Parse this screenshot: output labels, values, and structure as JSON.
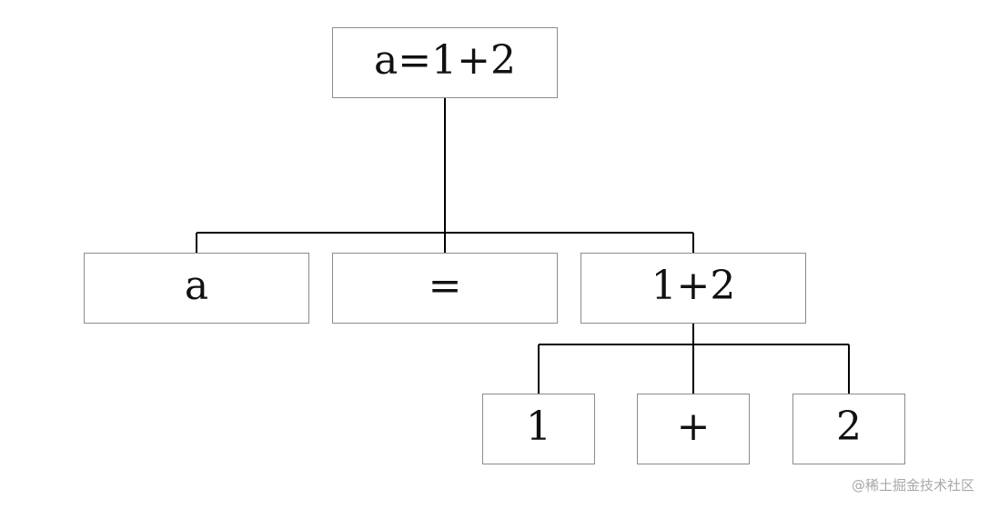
{
  "diagram": {
    "root": {
      "label": "a=1+2"
    },
    "level2": [
      {
        "label": "a"
      },
      {
        "label": "="
      },
      {
        "label": "1+2"
      }
    ],
    "level3": [
      {
        "label": "1"
      },
      {
        "label": "+"
      },
      {
        "label": "2"
      }
    ]
  },
  "watermark": "@稀土掘金技术社区",
  "colors": {
    "line": "#000000",
    "box_border": "#8c8c8c",
    "text": "#111111",
    "watermark": "#a8a8a8"
  }
}
